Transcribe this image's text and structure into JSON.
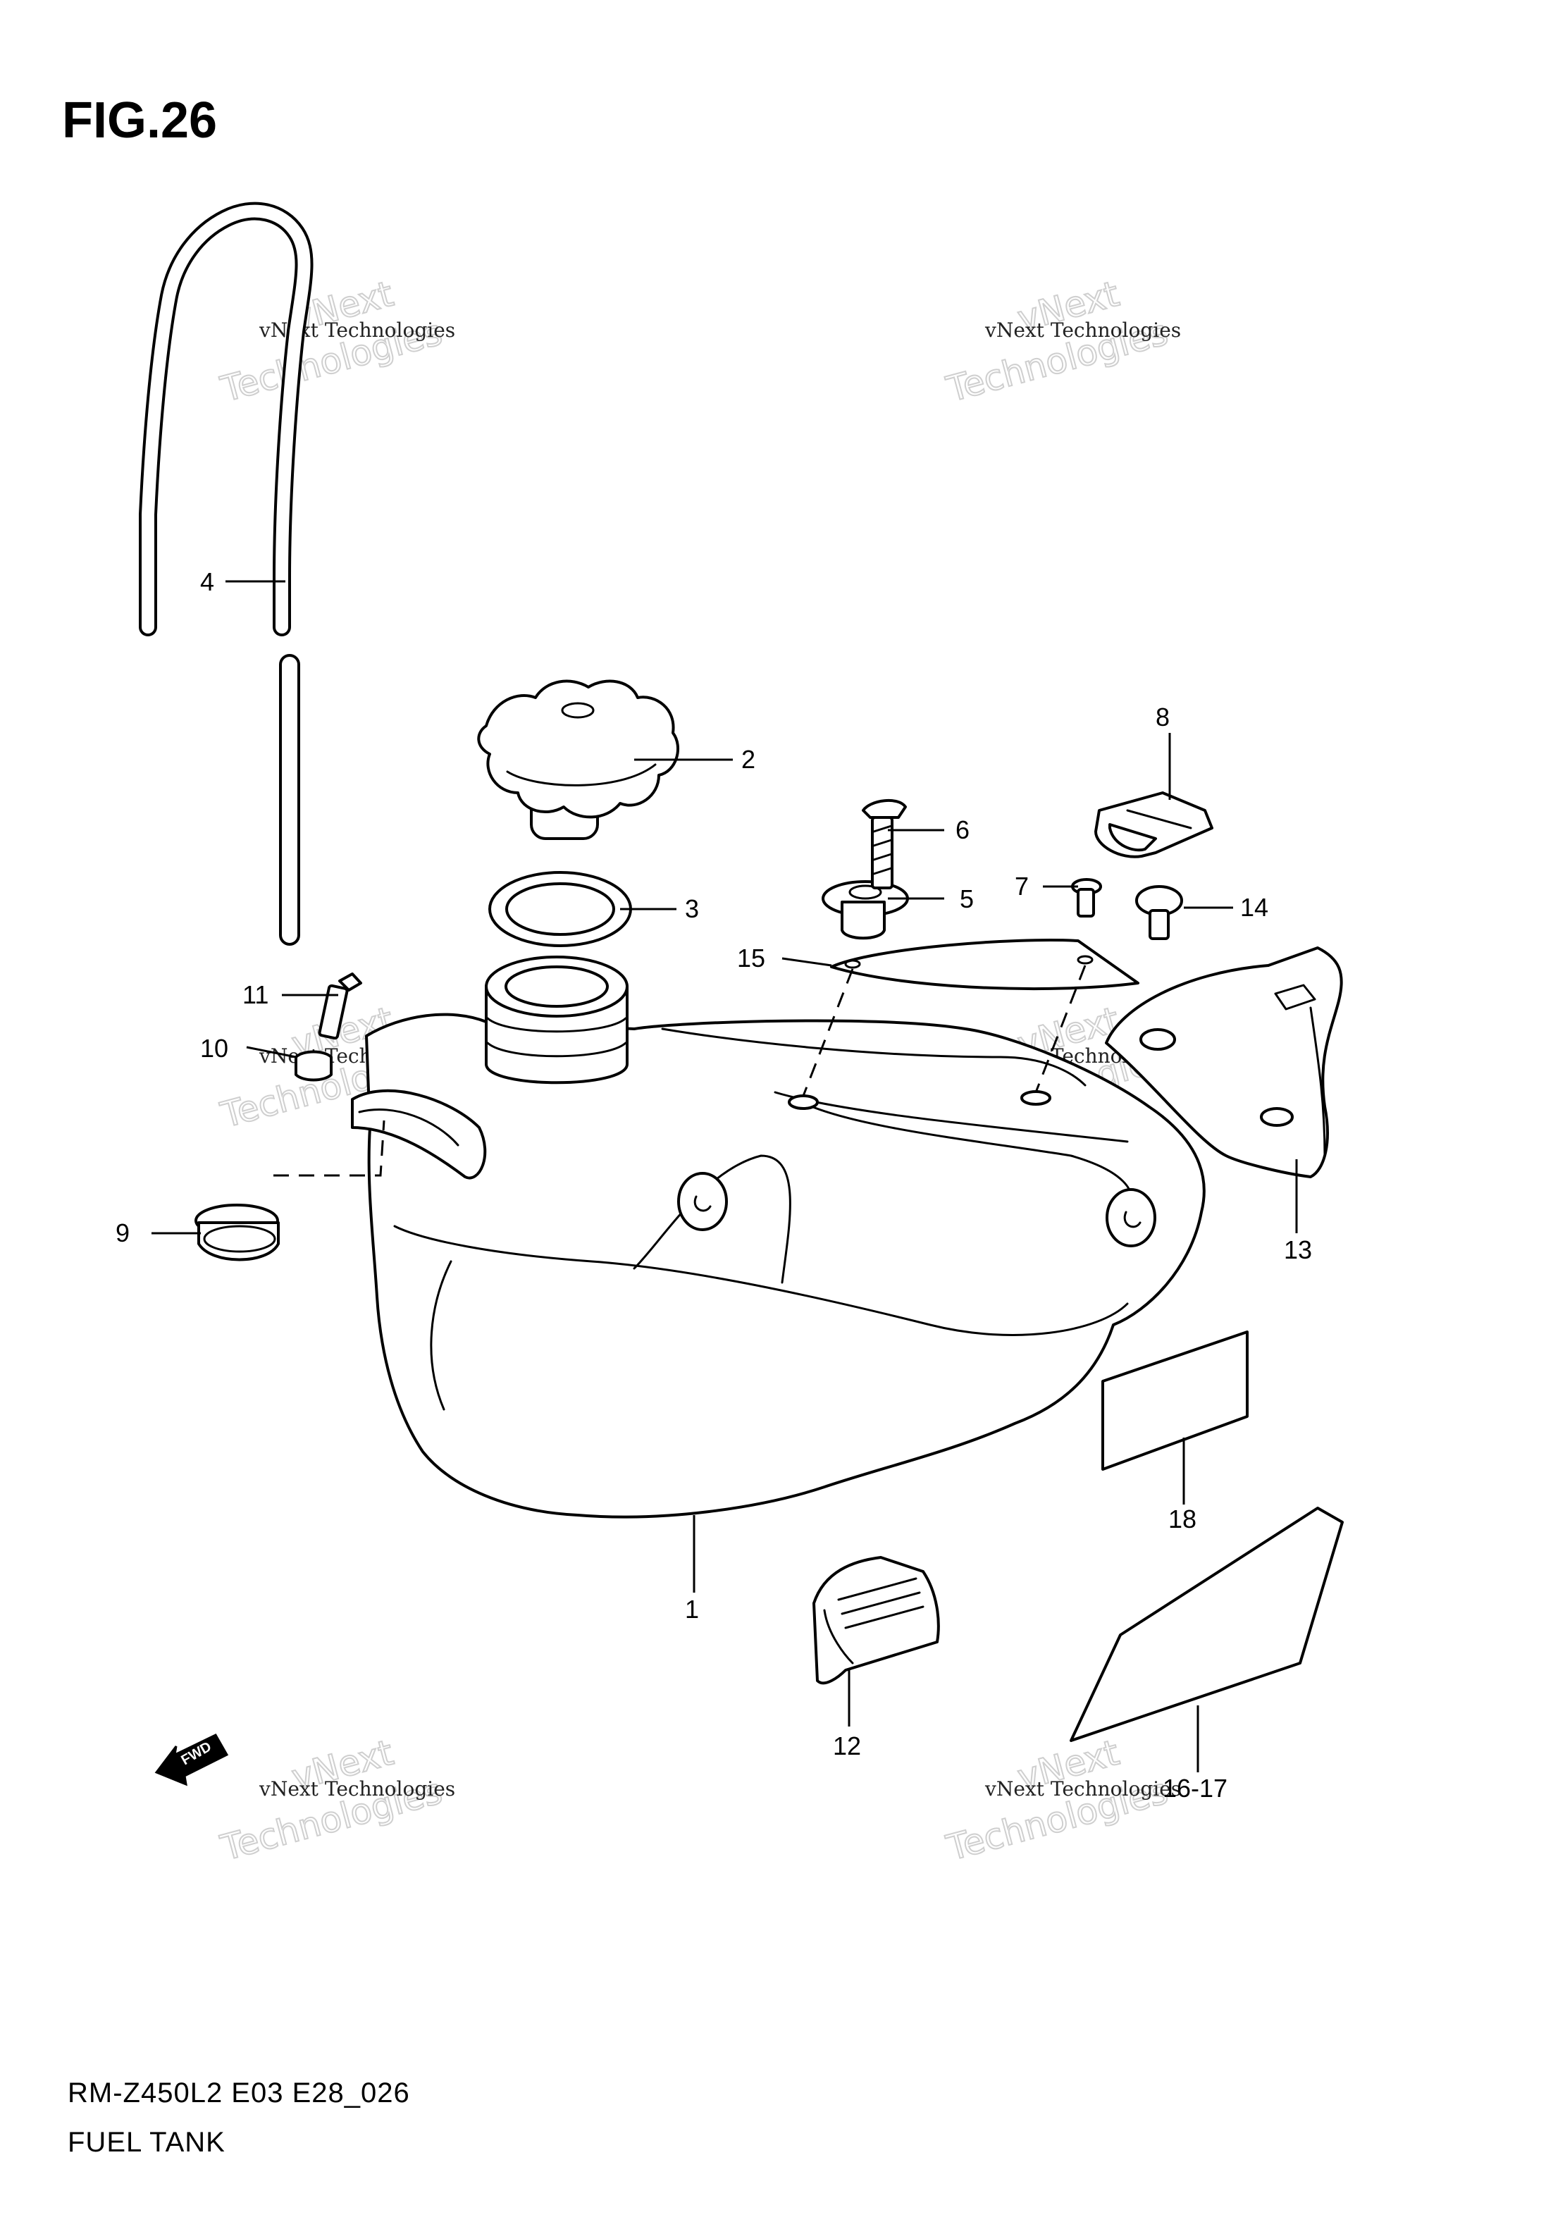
{
  "figure": {
    "title": "FIG.26",
    "model_code": "RM-Z450L2 E03 E28_026",
    "section_name": "FUEL TANK"
  },
  "parts": [
    {
      "ref": "1",
      "name": "fuel-tank"
    },
    {
      "ref": "2",
      "name": "fuel-tank-cap"
    },
    {
      "ref": "3",
      "name": "cap-gasket"
    },
    {
      "ref": "4",
      "name": "breather-hose"
    },
    {
      "ref": "5",
      "name": "cushion"
    },
    {
      "ref": "6",
      "name": "screw"
    },
    {
      "ref": "7",
      "name": "screw"
    },
    {
      "ref": "8",
      "name": "band"
    },
    {
      "ref": "9",
      "name": "cushion-rubber"
    },
    {
      "ref": "10",
      "name": "collar"
    },
    {
      "ref": "11",
      "name": "bolt"
    },
    {
      "ref": "12",
      "name": "cushion-pad"
    },
    {
      "ref": "13",
      "name": "bracket"
    },
    {
      "ref": "14",
      "name": "bolt"
    },
    {
      "ref": "15",
      "name": "plate"
    },
    {
      "ref": "16-17",
      "name": "label"
    },
    {
      "ref": "18",
      "name": "label"
    }
  ],
  "direction_marker": {
    "label": "FWD"
  },
  "watermark": {
    "line1": "vNext Technologies",
    "line2": "vNext",
    "line3": "Technologies"
  },
  "colors": {
    "ink": "#000000",
    "watermark": "#cfcfcf",
    "background": "#ffffff"
  }
}
